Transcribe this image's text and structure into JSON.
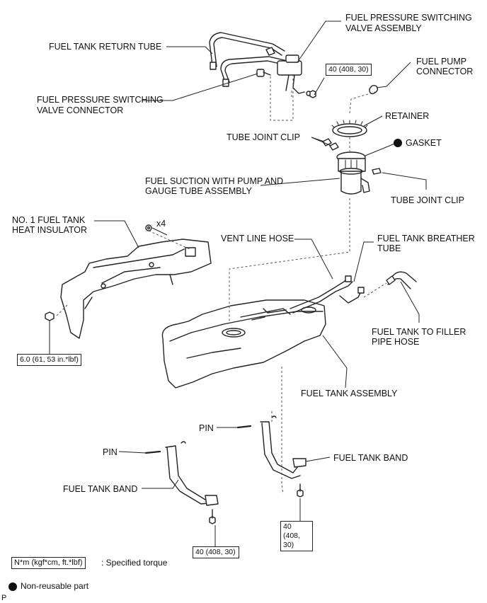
{
  "labels": {
    "fpsv_assembly_1": "FUEL PRESSURE SWITCHING",
    "fpsv_assembly_2": "VALVE ASSEMBLY",
    "return_tube": "FUEL TANK RETURN TUBE",
    "fuel_pump_connector_1": "FUEL PUMP",
    "fuel_pump_connector_2": "CONNECTOR",
    "fpsv_connector_1": "FUEL PRESSURE SWITCHING",
    "fpsv_connector_2": "VALVE CONNECTOR",
    "retainer": "RETAINER",
    "tube_joint_clip_a": "TUBE JOINT CLIP",
    "gasket": "GASKET",
    "suction_1": "FUEL SUCTION WITH PUMP AND",
    "suction_2": "GAUGE TUBE ASSEMBLY",
    "tube_joint_clip_b": "TUBE JOINT CLIP",
    "heat_insulator_1": "NO. 1 FUEL TANK",
    "heat_insulator_2": "HEAT INSULATOR",
    "x4": "x4",
    "vent_line_hose": "VENT LINE HOSE",
    "breather_tube_1": "FUEL TANK BREATHER",
    "breather_tube_2": "TUBE",
    "filler_hose_1": "FUEL TANK TO FILLER",
    "filler_hose_2": "PIPE HOSE",
    "tank_assembly": "FUEL TANK ASSEMBLY",
    "pin_a": "PIN",
    "pin_b": "PIN",
    "band_right": "FUEL TANK BAND",
    "band_left": "FUEL TANK BAND"
  },
  "torques": {
    "valve_bolt": "40 (408, 30)",
    "insulator_nut": "6.0 (61, 53 in.*lbf)",
    "band_left_bolt": "40 (408, 30)",
    "band_right_bolt": "40 (408, 30)"
  },
  "legend": {
    "torque_box": "N*m (kgf*cm, ft.*lbf)",
    "torque_text": ": Specified torque",
    "nonreusable": "Non-reusable part"
  },
  "corner_mark": "P"
}
